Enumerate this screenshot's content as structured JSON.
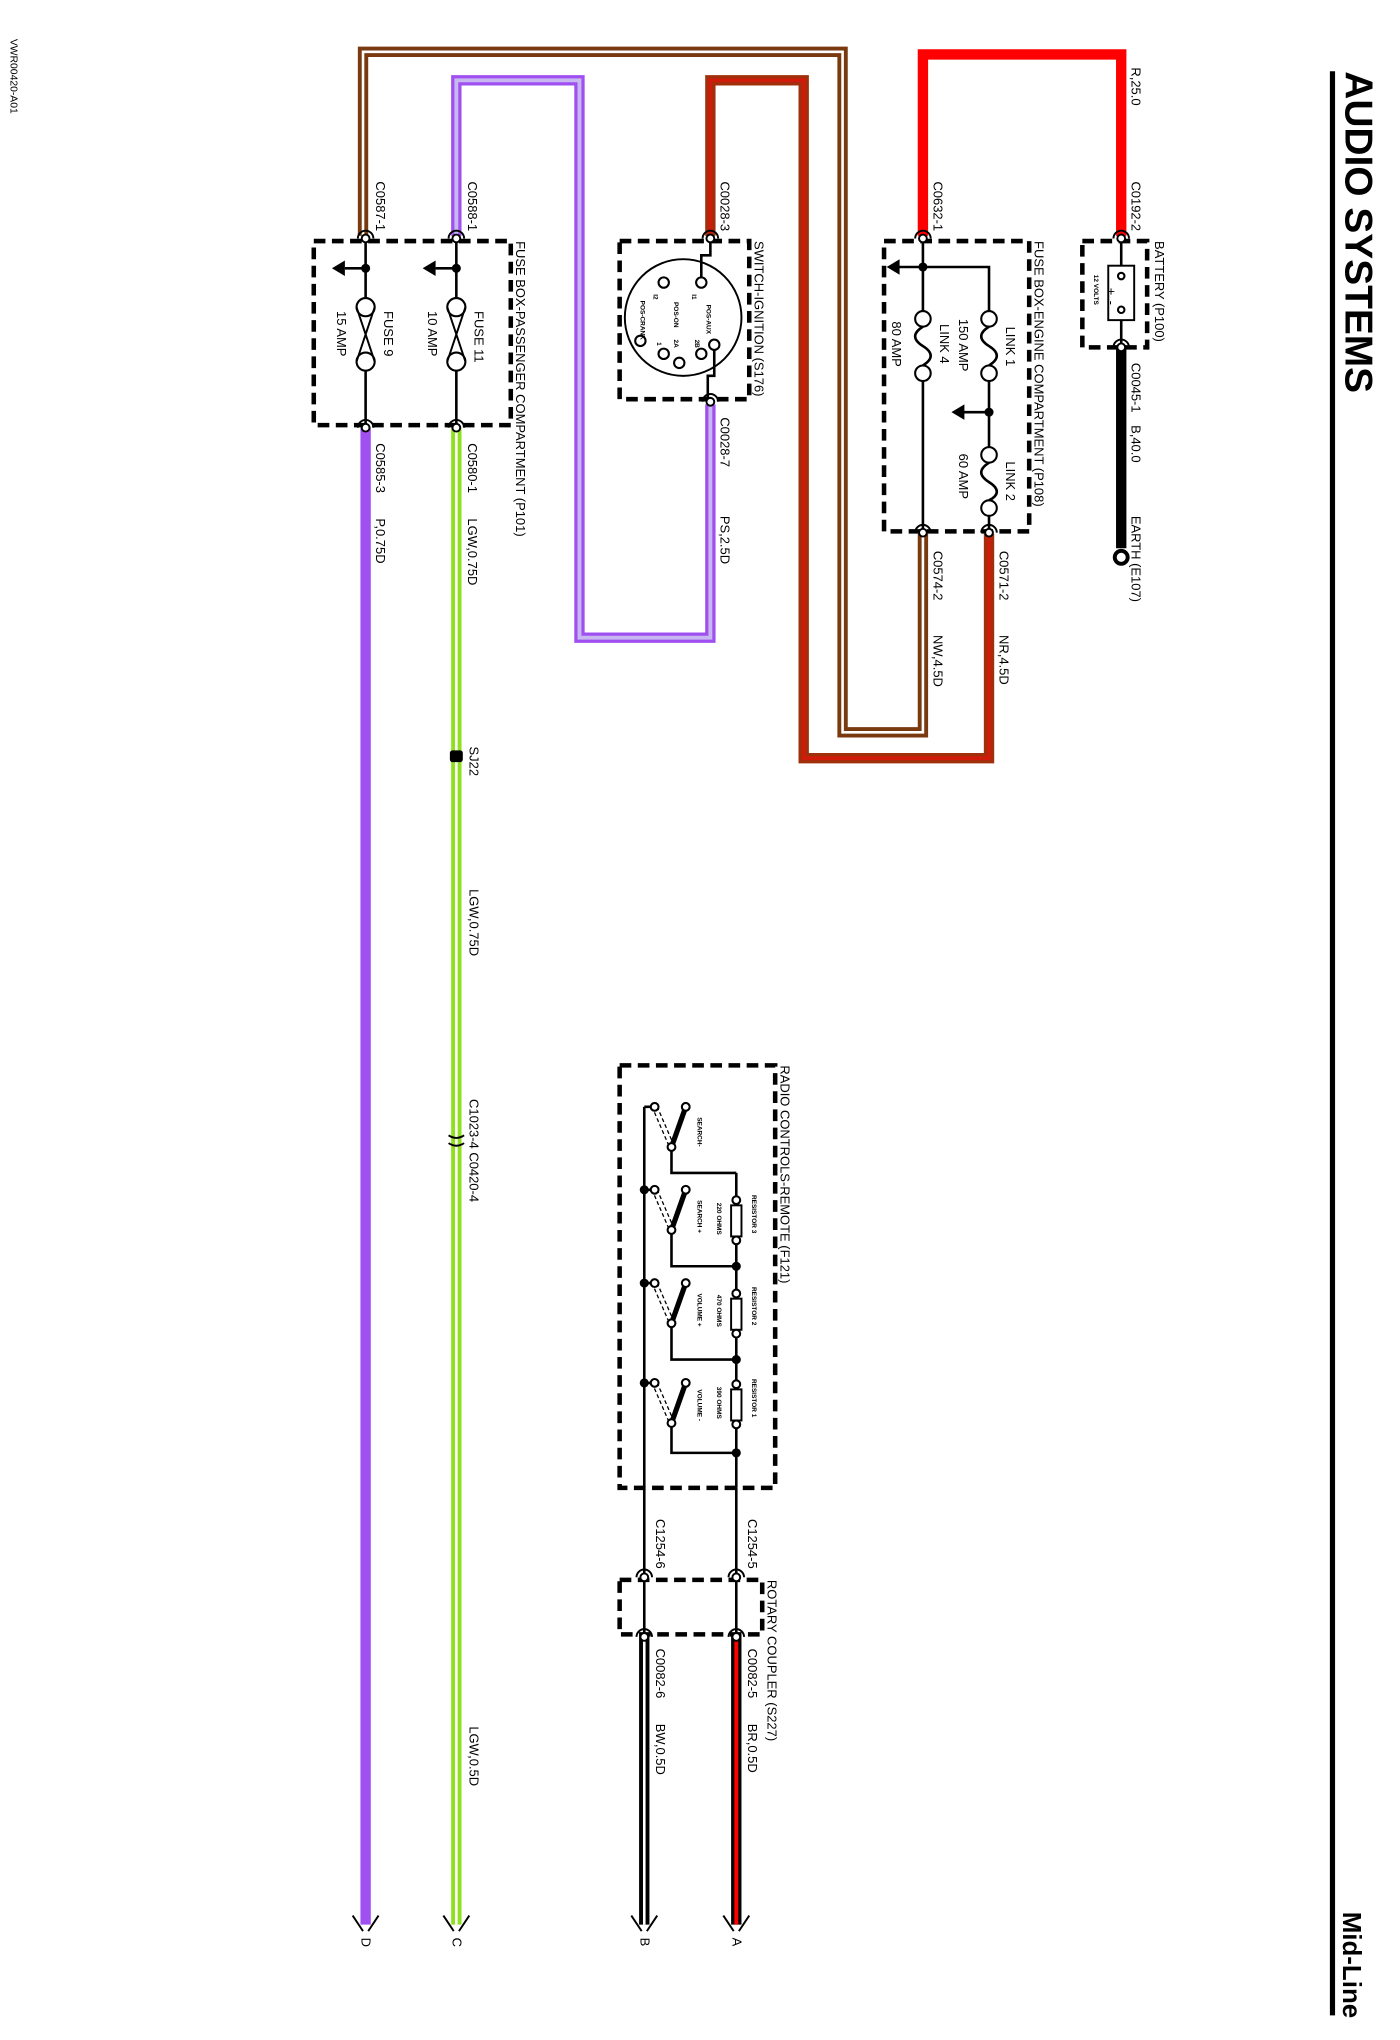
{
  "header": {
    "title": "AUDIO SYSTEMS",
    "variant": "Mid-Line",
    "doc_id": "VWR00420-A01"
  },
  "colors": {
    "red": "#ff0000",
    "brown": "#7a3a10",
    "purple": "#a050f0",
    "purple_light": "#c8b8f0",
    "green": "#90e020",
    "black": "#000000"
  },
  "battery": {
    "name": "BATTERY (P100)",
    "volts": "12 VOLTS",
    "plus": "+",
    "minus": "-",
    "conn_pos": "C0192-2",
    "conn_neg": "C0045-1",
    "wire_pos": "R,25.0",
    "wire_neg": "B,40.0",
    "earth": "EARTH (E107)"
  },
  "engine_fusebox": {
    "name": "FUSE BOX-ENGINE COMPARTMENT (P108)",
    "conn_in": "C0632-1",
    "conn_out1": "C0571-2",
    "conn_out2": "C0574-2",
    "wire_out1": "NR,4.5D",
    "wire_out2": "NW,4.5D",
    "links": [
      {
        "name": "LINK 1",
        "rating": "150 AMP"
      },
      {
        "name": "LINK 2",
        "rating": "60 AMP"
      },
      {
        "name": "LINK 4",
        "rating": "80 AMP"
      }
    ]
  },
  "ignition": {
    "name": "SWITCH-IGNITION (S176)",
    "conn_in": "C0028-3",
    "conn_out": "C0028-7",
    "wire_out": "PS,2.5D",
    "pins": [
      "I1",
      "I2",
      "POS-AUX",
      "POS-ON",
      "POS-CRANK",
      "2A",
      "2B",
      "1"
    ]
  },
  "passenger_fusebox": {
    "name": "FUSE BOX-PASSENGER COMPARTMENT (P101)",
    "conn_in1": "C0587-1",
    "conn_in2": "C0588-1",
    "conn_out1": "C0585-3",
    "conn_out2": "C0580-1",
    "wire_out1": "P,0.75D",
    "wire_out2": "LGW,0.75D",
    "fuses": [
      {
        "name": "FUSE 9",
        "rating": "15 AMP"
      },
      {
        "name": "FUSE 11",
        "rating": "10 AMP"
      }
    ]
  },
  "green_line": {
    "splice": "SJ22",
    "wire_mid": "LGW,0.75D",
    "connector": "C1023-4 C0420-4",
    "wire_low": "LGW,0.5D"
  },
  "radio_remote": {
    "name": "RADIO CONTROLS-REMOTE (F121)",
    "switches": [
      "SEARCH-",
      "SEARCH +",
      "VOLUME +",
      "VOLUME -"
    ],
    "resistors": [
      {
        "name": "RESISTOR 3",
        "value": "220 OHMS"
      },
      {
        "name": "RESISTOR 2",
        "value": "470 OHMS"
      },
      {
        "name": "RESISTOR 1",
        "value": "390 OHMS"
      }
    ],
    "conn_a": "C1254-5",
    "conn_b": "C1254-6"
  },
  "rotary_coupler": {
    "name": "ROTARY COUPLER (S227)",
    "conn_a": "C0082-5",
    "conn_b": "C0082-6",
    "wire_a": "BR,0.5D",
    "wire_b": "BW,0.5D"
  },
  "terminals": [
    "A",
    "B",
    "C",
    "D"
  ]
}
